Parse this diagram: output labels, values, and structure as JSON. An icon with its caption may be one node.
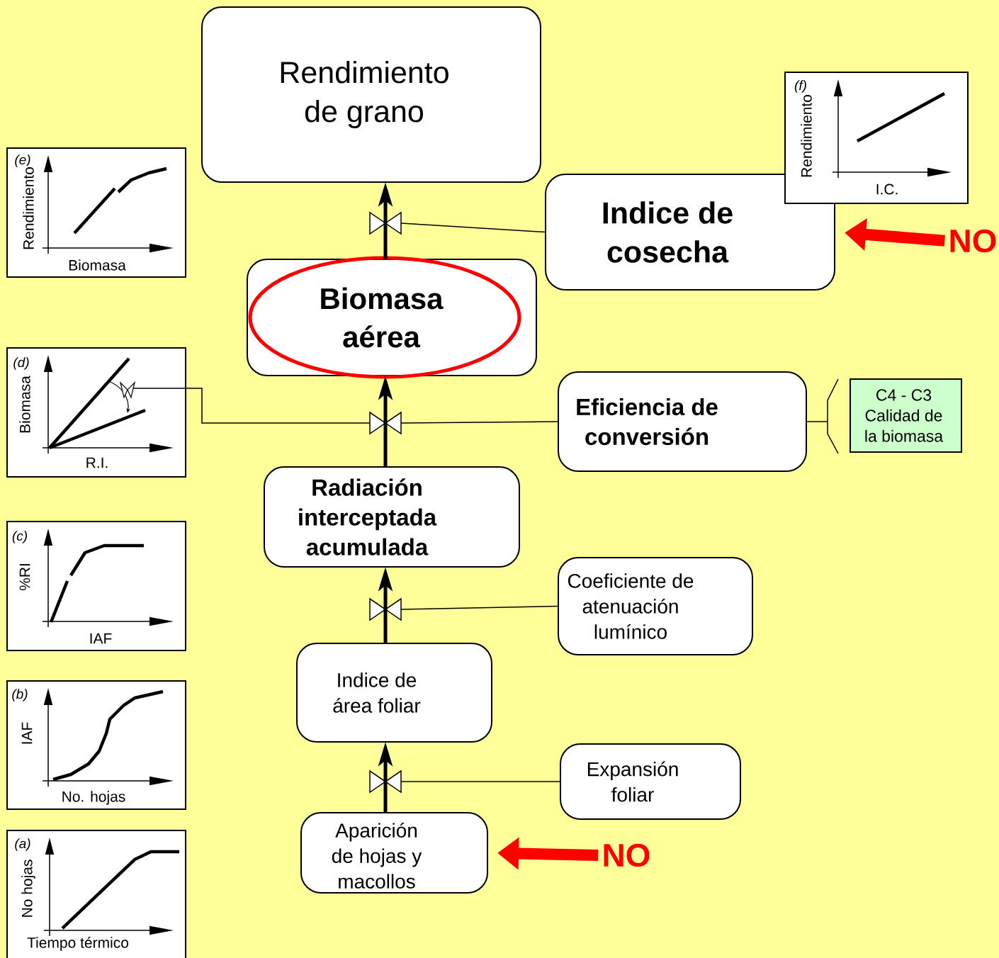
{
  "diagram": {
    "nodes": [
      {
        "text": [
          "Rendimiento de grano"
        ]
      },
      {
        "text": [
          "(f)",
          "Rendimiento",
          "I.C."
        ]
      },
      {
        "text": [
          "(e)",
          "Rendimiento",
          "Biomasa"
        ]
      },
      {
        "text": [
          "Indice de cosecha"
        ]
      },
      {
        "text": [
          "NO"
        ]
      },
      {
        "text": [],
        "shape": "valve"
      },
      {
        "text": [
          "Biomasa aérea"
        ]
      },
      {
        "text": [
          "(d)",
          "Biomasa",
          "R.I."
        ]
      },
      {
        "text": [],
        "shape": "valve"
      },
      {
        "text": [
          "Eficiencia de conversión"
        ]
      },
      {
        "text": [
          "C4 - C3 Calidad de la biomasa"
        ]
      },
      {
        "text": [
          "Radiación interceptada acumulada"
        ]
      },
      {
        "text": [
          "(c)",
          "%RI",
          "IAF"
        ]
      },
      {
        "text": [],
        "shape": "valve"
      },
      {
        "text": [
          "Coeficiente de atenuación lumínico"
        ]
      },
      {
        "text": [
          "(b)",
          "IAF",
          "No. hojas"
        ]
      },
      {
        "text": [
          "Indice de área foliar"
        ]
      },
      {
        "text": [],
        "shape": "valve"
      },
      {
        "text": [
          "Expansión foliar"
        ]
      },
      {
        "text": [
          "(a)",
          "No hojas",
          "Tiempo térmico"
        ]
      },
      {
        "text": [
          "Aparición de hojas y macollos"
        ]
      },
      {
        "text": [
          "NO"
        ]
      }
    ],
    "edges": [
      {
        "from": 20,
        "to": 16,
        "arrow": "to",
        "style": "thick"
      },
      {
        "from": 18,
        "to": 17,
        "arrow": "none"
      },
      {
        "from": 16,
        "to": 11,
        "arrow": "to",
        "style": "thick"
      },
      {
        "from": 14,
        "to": 13,
        "arrow": "none"
      },
      {
        "from": 11,
        "to": 6,
        "arrow": "to",
        "style": "thick"
      },
      {
        "from": 9,
        "to": 8,
        "arrow": "none"
      },
      {
        "from": 8,
        "to": 7,
        "arrow": "none"
      },
      {
        "from": 9,
        "to": 10,
        "arrow": "none"
      },
      {
        "from": 6,
        "to": 0,
        "arrow": "to",
        "style": "thick"
      },
      {
        "from": 3,
        "to": 5,
        "arrow": "none"
      },
      {
        "from": 4,
        "to": 3,
        "arrow": "to",
        "style": "thick",
        "color": "#ff0000"
      },
      {
        "from": 21,
        "to": 20,
        "arrow": "to",
        "style": "thick",
        "color": "#ff0000"
      }
    ]
  }
}
